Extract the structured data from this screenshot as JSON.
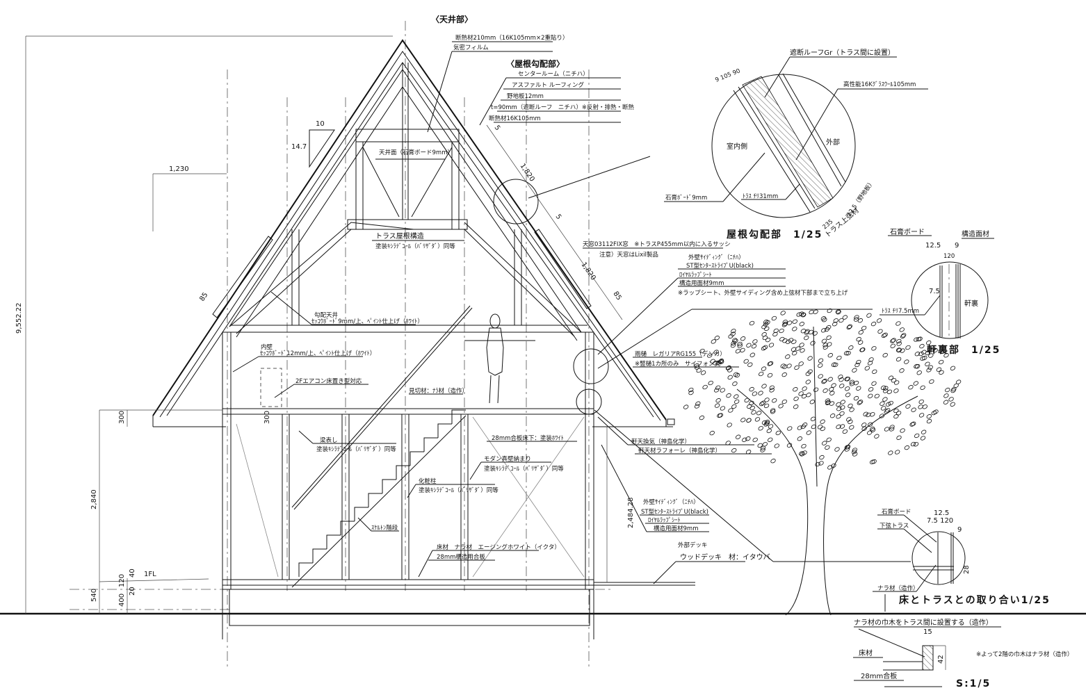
{
  "ceiling": {
    "header": "〈天井部〉",
    "insulation": "断熱材210mm（16K105mm×2重貼り）",
    "airtight_film": "気密フィルム"
  },
  "roof_slope": {
    "header": "〈屋根勾配部〉",
    "center_roof": "センタールーム（ニチハ）",
    "asphalt": "アスファルト ルーフィング",
    "sheathing": "野地板12mm",
    "shield_roof": "t=90mm（遮断ルーフ　ニチハ）※反射・排熱・断熱",
    "insulation": "断熱材16K105mm"
  },
  "section_labels": {
    "ceiling_face": "天井面（石膏ボード9mm）",
    "truss_structure": "トラス屋根構造",
    "paint_a": "塗装ｷｼﾗﾃﾞｺｰﾙ（ﾊﾞﾘｻﾞﾀﾞ）同等",
    "skylight": "天窓03112FIX窓　※トラスP455mm以内に入るサッシ",
    "skylight_note": "注意）天窓はLixil製品",
    "siding_upper": "外壁ｻｲﾃﾞｨﾝｸﾞ（ﾆﾁﾊ）",
    "siding_upper_type": "ST型ｾﾝﾀｰｽﾄﾗｲﾌﾟU(black)",
    "wrap_upper": "ﾛｲﾔﾙﾗｯﾌﾟｼｰﾄ",
    "panel_upper": "構造用面材9mm",
    "wrap_note": "※ラップシート、外壁サイディング含め上弦材下部まで立ち上げ",
    "slope_ceiling": "勾配天井",
    "slope_ceiling_finish": "ｾｯｺｳﾎﾞｰﾄﾞ9mm/上、ﾍﾟｲﾝﾄ仕上げ（ﾎﾜｲﾄ）",
    "inner_wall": "内壁",
    "inner_wall_finish": "ｾｯｺｳﾎﾞｰﾄﾞ12mm/上、ﾍﾟｲﾝﾄ仕上げ（ﾎﾜｲﾄ）",
    "aircon": "2Fエアコン床置き型対応",
    "trim": "見切材：ﾅﾗ材（造作）",
    "gutter": "雨樋　レガリアRG155（デンカ）",
    "gutter_note": "※竪樋1カ所のみ　サイフォン式",
    "beam": "梁表し",
    "paint_b": "塗装ｷｼﾗﾃﾞｺｰﾙ（ﾊﾞﾘｻﾞﾀﾞ）同等",
    "plywood_under": "28mm合板床下：塗装ﾎﾜｲﾄ",
    "modern_wall": "モダン真壁納まり",
    "paint_c": "塗装ｷｼﾗﾃﾞｺｰﾙ（ﾊﾞﾘｻﾞﾀﾞ）同等",
    "decor_post": "化粧柱",
    "paint_d": "塗装ｷｼﾗﾃﾞｺｰﾙ（ﾊﾞﾘｻﾞﾀﾞ）同等",
    "stairs": "ｽｹﾙﾄﾝ階段",
    "floor_material": "床材　ナラ材　エージングホワイト（イクタ）",
    "floor_plywood": "28mm構造用合板",
    "soffit_vent": "軒天換気（神島化学）",
    "soffit_material": "軒天材ラフォーレ（神島化学）",
    "siding_lower": "外壁ｻｲﾃﾞｨﾝｸﾞ（ﾆﾁﾊ）",
    "siding_lower_type": "ST型ｾﾝﾀｰｽﾄﾗｲﾌﾟU(black)",
    "wrap_lower": "ﾛｲﾔﾙﾗｯﾌﾟｼｰﾄ",
    "panel_lower": "構造用面材9mm",
    "deck": "外部デッキ",
    "deck_material": "ウッドデッキ　材：イタウバ"
  },
  "dimensions": {
    "total_height": "9,552.22",
    "overhang": "1,230",
    "pitch_run": "10",
    "pitch_rise": "14.7",
    "rafter_a": "1,820",
    "rafter_b": "1,820",
    "gap_a": "5",
    "gap_b": "5",
    "eave_a": "85",
    "eave_b": "85",
    "eave_h_left": "300",
    "eave_h_inner": "300",
    "first_floor_height": "2,840",
    "wall_height_right": "2,484.28",
    "base_540": "540",
    "base_400": "400",
    "base_120": "120",
    "base_20": "20",
    "base_40": "40",
    "fl_label": "1FL"
  },
  "detail_roof": {
    "shield": "遮断ルーフGr（トラス間に設置）",
    "glasswool": "高性能16Kｸﾞﾗｽｳｰﾙ105mm",
    "inside": "室内側",
    "outside": "外部",
    "gypsum": "石膏ﾎﾞｰﾄﾞ9mm",
    "truss_gap": "ﾄﾗｽ ﾁﾘ31mm",
    "dims_top": "9 105 90",
    "sheathing_dim": "12.5（野地板）",
    "chord_dim": "235",
    "chord": "トラス上弦材",
    "title": "屋根勾配部　1/25"
  },
  "detail_eave": {
    "gypsum": "石膏ボード",
    "structural": "構造面材",
    "dim_gypsum": "12.5",
    "dim_panel": "9",
    "dim_width": "120",
    "dim_gap": "7.5",
    "truss_gap": "ﾄﾗｽ ﾁﾘ7.5mm",
    "soffit": "軒裏",
    "title": "軒裏部　1/25"
  },
  "detail_floor": {
    "gypsum": "石膏ボード",
    "lower_truss": "下弦トラス",
    "dim_top": "12.5",
    "dim_mid": "7.5 120",
    "dim_9": "9",
    "dim_28": "28",
    "oak": "ナラ材（造作）",
    "title": "床とトラスとの取り合い1/25"
  },
  "skirting": {
    "note": "ナラ材の巾木をトラス間に設置する（造作）",
    "dim_w": "15",
    "dim_h": "42",
    "floor": "床材",
    "plywood": "28mm合板",
    "remark": "※よって2階の巾木はナラ材（造作）",
    "scale": "S:1/5"
  }
}
